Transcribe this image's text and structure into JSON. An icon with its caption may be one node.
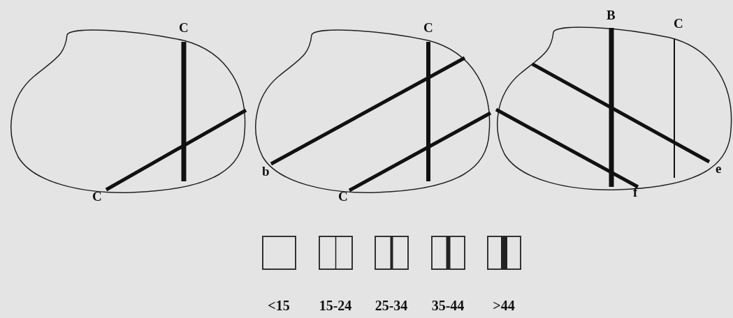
{
  "diagram": {
    "labels": [
      "C",
      "C",
      "C",
      "b",
      "C",
      "B",
      "C",
      "e",
      "f"
    ],
    "legend": [
      {
        "text": "<15"
      },
      {
        "text": "15-24"
      },
      {
        "text": "25-34"
      },
      {
        "text": "35-44"
      },
      {
        "text": ">44"
      }
    ]
  }
}
